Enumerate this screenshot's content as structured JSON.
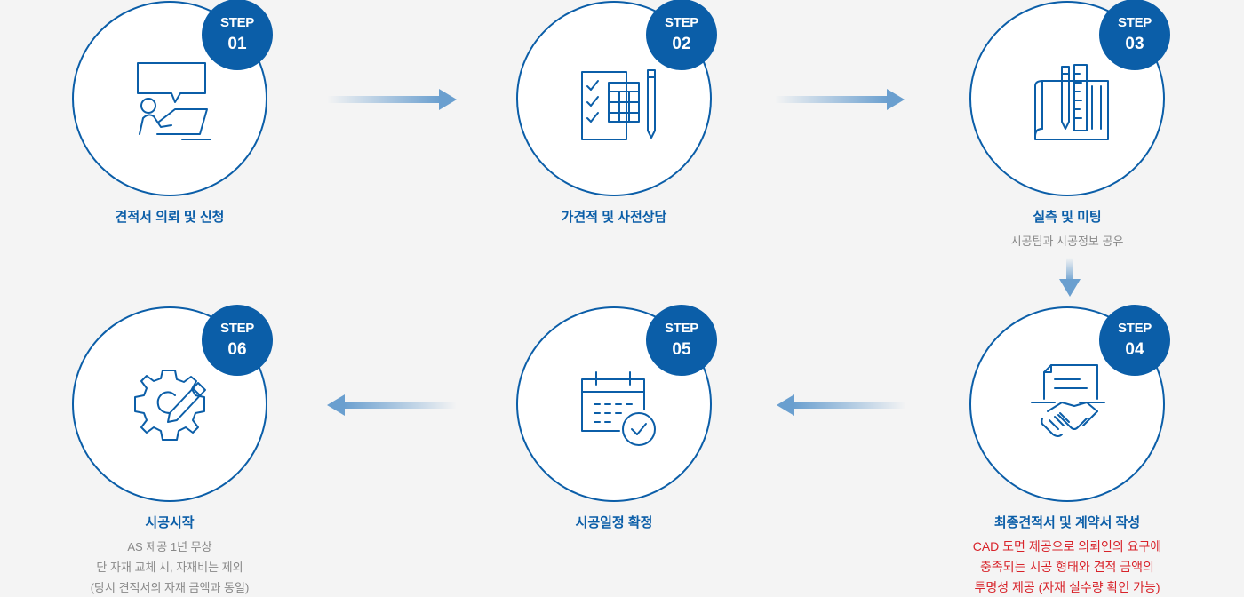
{
  "steps": [
    {
      "label": "STEP",
      "number": "01",
      "title": "견적서 의뢰 및 신청",
      "desc": []
    },
    {
      "label": "STEP",
      "number": "02",
      "title": "가견적 및 사전상담",
      "desc": []
    },
    {
      "label": "STEP",
      "number": "03",
      "title": "실측 및 미팅",
      "desc": [
        "시공팀과 시공정보 공유"
      ]
    },
    {
      "label": "STEP",
      "number": "04",
      "title": "최종견적서 및 계약서 작성",
      "desc": [
        "CAD 도면 제공으로 의뢰인의 요구에",
        "충족되는 시공 형태와 견적 금액의",
        "투명성 제공 (자재 실수량 확인 가능)"
      ]
    },
    {
      "label": "STEP",
      "number": "05",
      "title": "시공일정 확정",
      "desc": []
    },
    {
      "label": "STEP",
      "number": "06",
      "title": "시공시작",
      "desc": [
        "AS 제공 1년 무상",
        "단 자재 교체 시, 자재비는 제외",
        "(당시 견적서의 자재 금액과 동일)"
      ]
    }
  ],
  "icons": {
    "step1": "consultation-icon",
    "step2": "estimate-calculator-icon",
    "step3": "blueprint-measure-icon",
    "step4": "contract-handshake-icon",
    "step5": "calendar-check-icon",
    "step6": "gear-pencil-icon"
  },
  "colors": {
    "primary": "#0b5ea8",
    "highlight": "#d8232a",
    "muted": "#888888",
    "background": "#f4f4f4"
  }
}
